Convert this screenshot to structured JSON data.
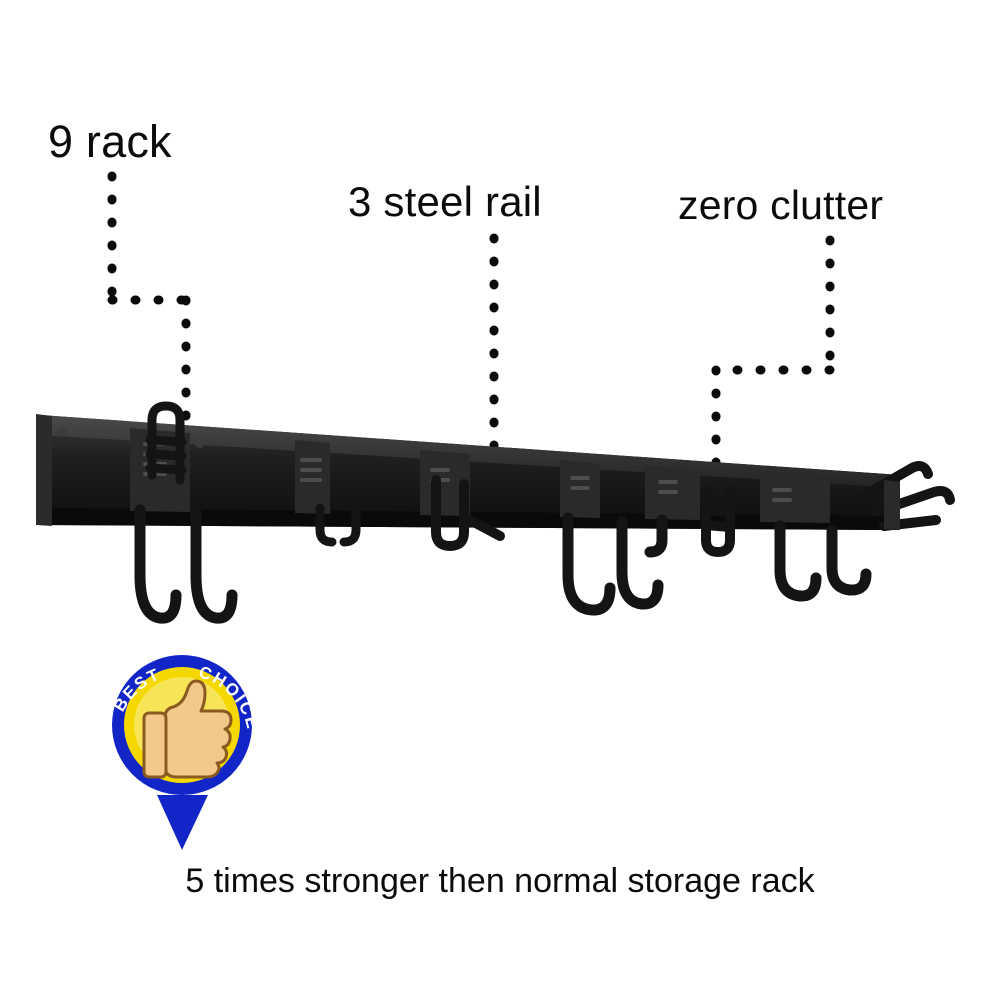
{
  "image": {
    "background_color": "#ffffff",
    "subject": "wall-mounted black steel garage storage rack with hooks"
  },
  "callouts": [
    {
      "id": "rack",
      "text": "9 rack",
      "color": "#0b0b0b"
    },
    {
      "id": "rail",
      "text": "3 steel rail",
      "color": "#0b0b0b"
    },
    {
      "id": "clutter",
      "text": "zero clutter",
      "color": "#0b0b0b"
    }
  ],
  "badge": {
    "top_text": "BEST",
    "arc_text": "CHOICE",
    "ring_color": "#1226c8",
    "face_color": "#f5d800",
    "thumb_color": "#f3c98b",
    "pin_color": "#1226c8"
  },
  "caption": {
    "text": "5 times stronger then normal storage rack"
  },
  "product": {
    "rail_color": "#1a1a1a",
    "hook_color": "#141414",
    "highlight_color": "#3a3a3a"
  }
}
